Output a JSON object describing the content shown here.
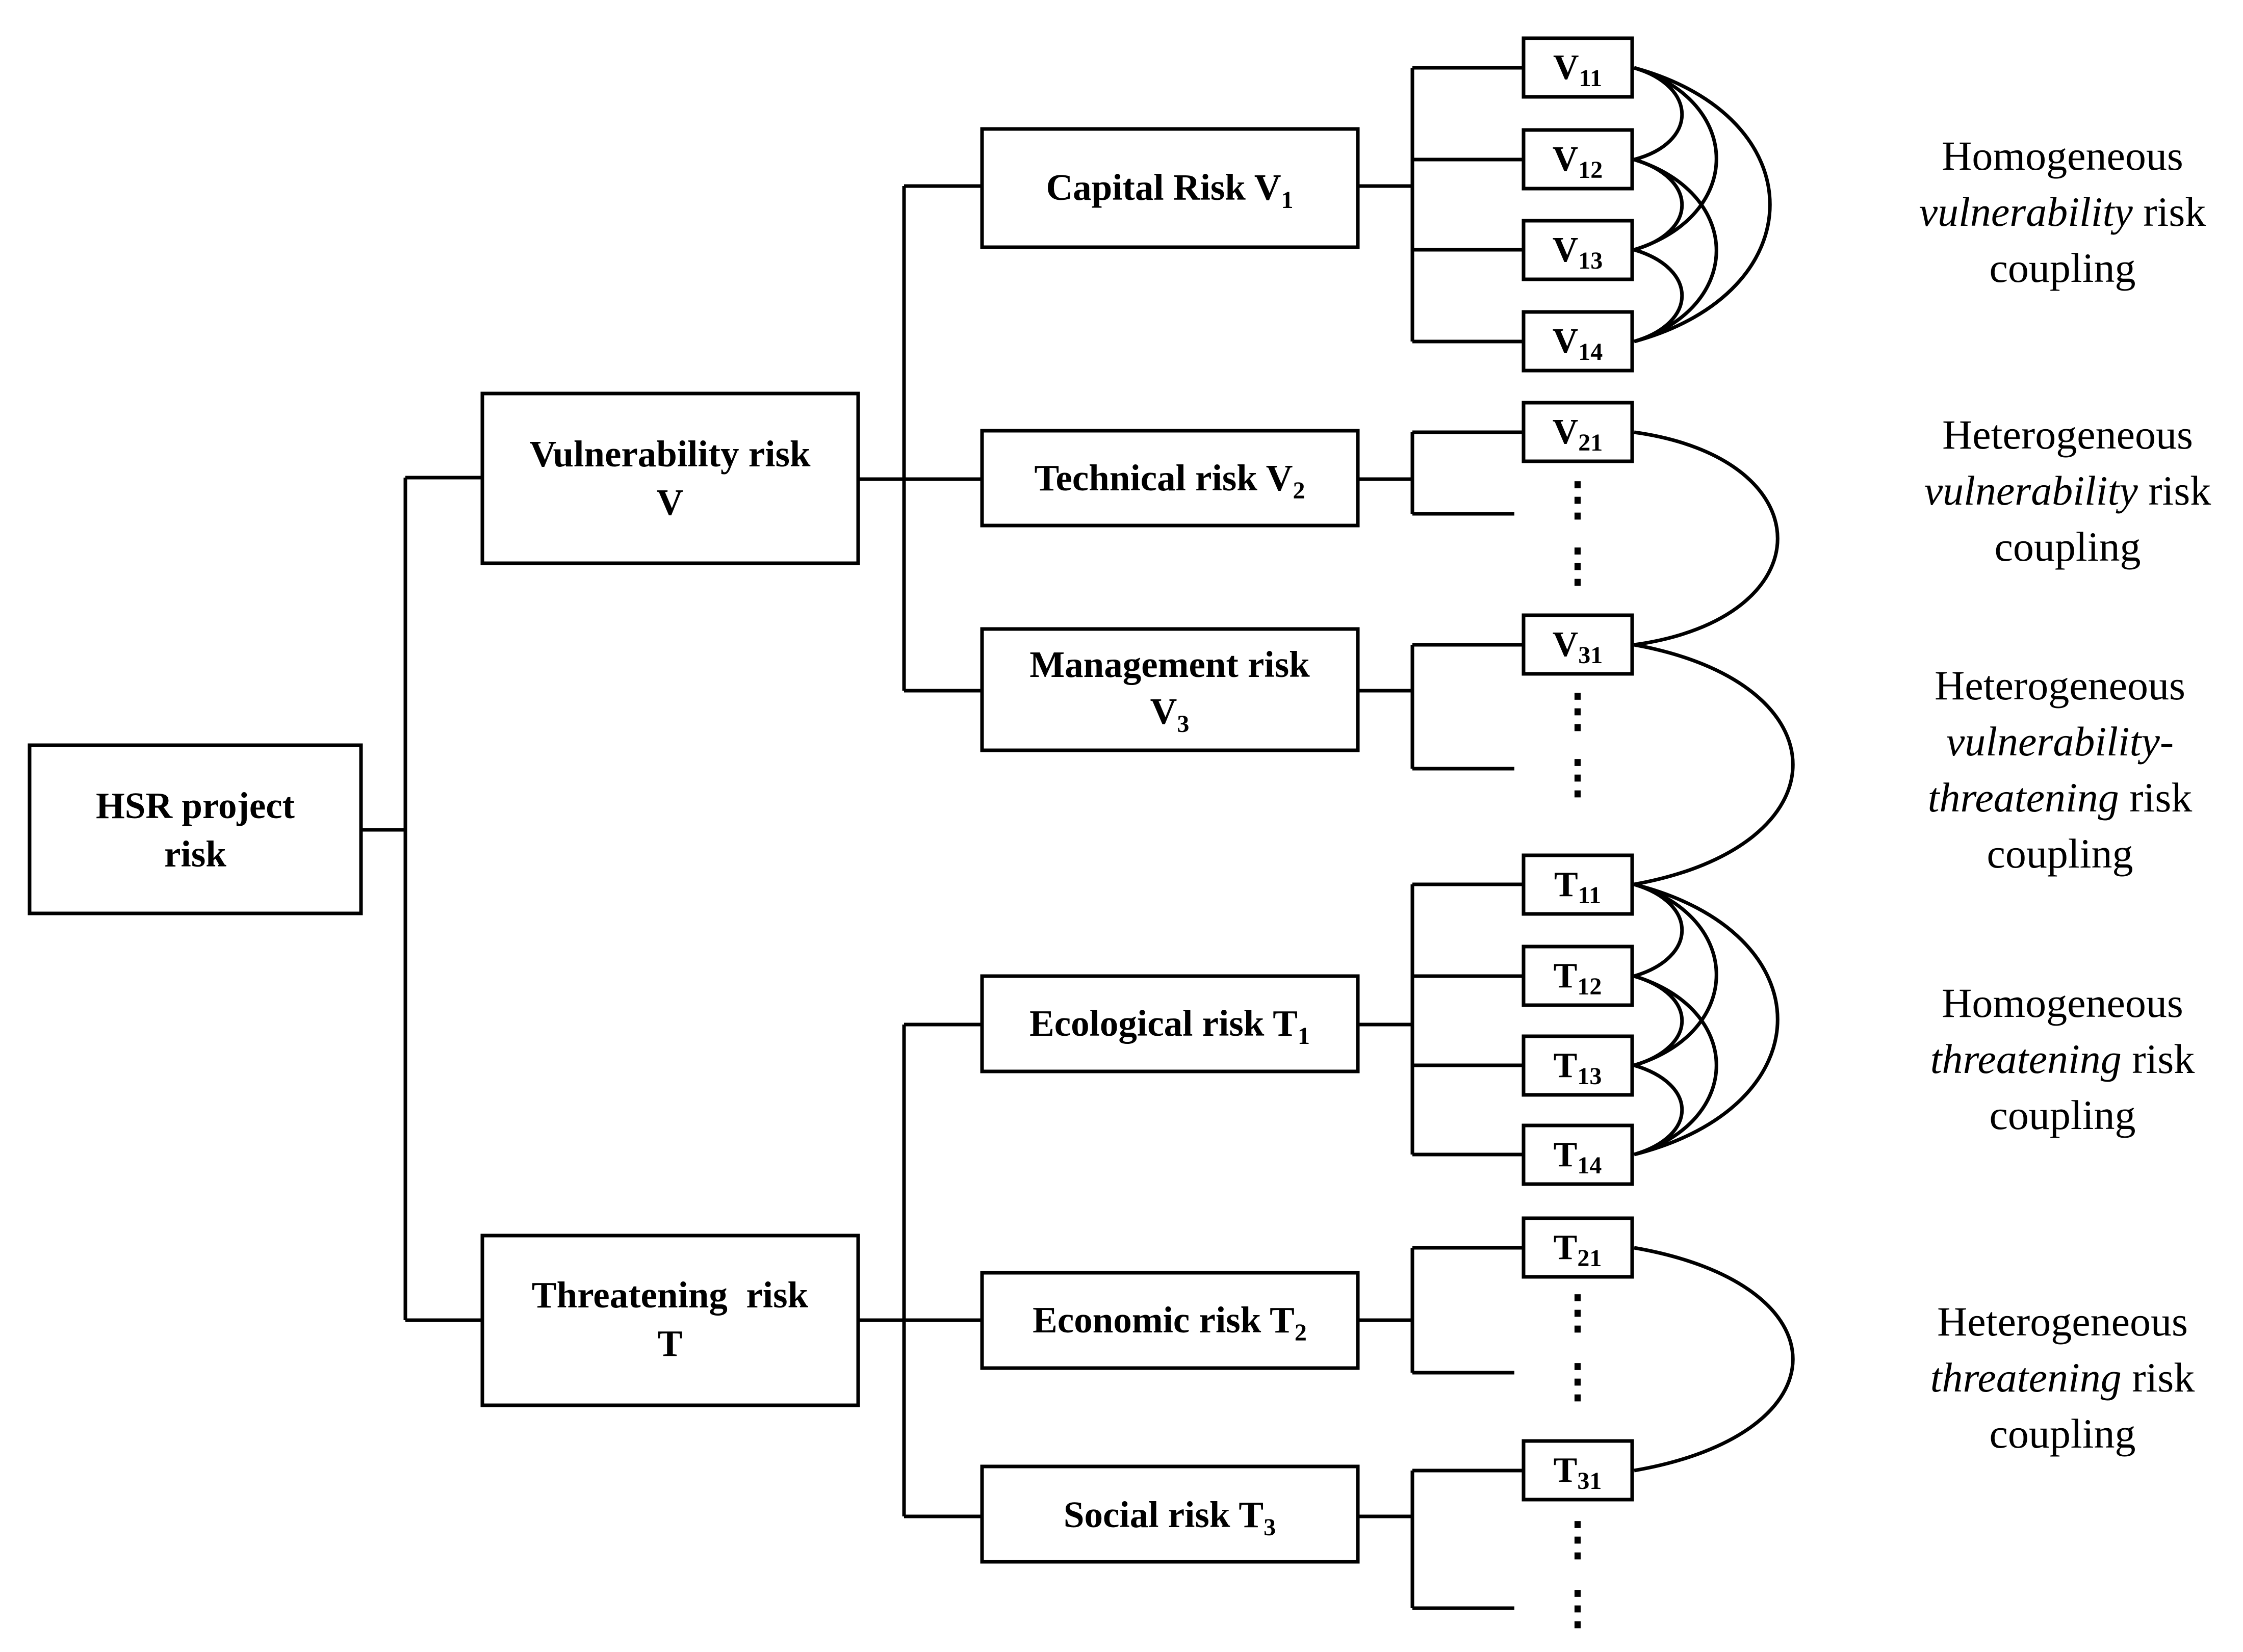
{
  "root": {
    "line1": "HSR project",
    "line2": "risk"
  },
  "categories": {
    "vulnerability": {
      "line1": "Vulnerability risk",
      "line2": "V"
    },
    "threatening": {
      "line1": "Threatening  risk",
      "line2": "T"
    }
  },
  "factors": {
    "v1": {
      "text": "Capital Risk V",
      "sub": "1"
    },
    "v2": {
      "text": "Technical risk V",
      "sub": "2"
    },
    "v3": {
      "line1": "Management risk",
      "text": "V",
      "sub": "3"
    },
    "t1": {
      "text": "Ecological risk T",
      "sub": "1"
    },
    "t2": {
      "text": "Economic risk T",
      "sub": "2"
    },
    "t3": {
      "text": "Social risk T",
      "sub": "3"
    }
  },
  "leaves": {
    "v11": {
      "main": "V",
      "sub": "11"
    },
    "v12": {
      "main": "V",
      "sub": "12"
    },
    "v13": {
      "main": "V",
      "sub": "13"
    },
    "v14": {
      "main": "V",
      "sub": "14"
    },
    "v21": {
      "main": "V",
      "sub": "21"
    },
    "v31": {
      "main": "V",
      "sub": "31"
    },
    "t11": {
      "main": "T",
      "sub": "11"
    },
    "t12": {
      "main": "T",
      "sub": "12"
    },
    "t13": {
      "main": "T",
      "sub": "13"
    },
    "t14": {
      "main": "T",
      "sub": "14"
    },
    "t21": {
      "main": "T",
      "sub": "21"
    },
    "t31": {
      "main": "T",
      "sub": "31"
    }
  },
  "ellipsis": "⋮",
  "couplings": {
    "homo_v": {
      "l1": "Homogeneous",
      "l2_it": "vulnerability",
      "l2_rest": " risk",
      "l3": "coupling"
    },
    "hetero_v": {
      "l1": "Heterogeneous",
      "l2_it": "vulnerability",
      "l2_rest": " risk",
      "l3": "coupling"
    },
    "hetero_vt": {
      "l1": "Heterogeneous",
      "l2_it": "vulnerability-",
      "l3_it": "threatening",
      "l3_rest": " risk",
      "l4": "coupling"
    },
    "homo_t": {
      "l1": "Homogeneous",
      "l2_it": "threatening",
      "l2_rest": " risk",
      "l3": "coupling"
    },
    "hetero_t": {
      "l1": "Heterogeneous",
      "l2_it": "threatening",
      "l2_rest": " risk",
      "l3": "coupling"
    }
  }
}
